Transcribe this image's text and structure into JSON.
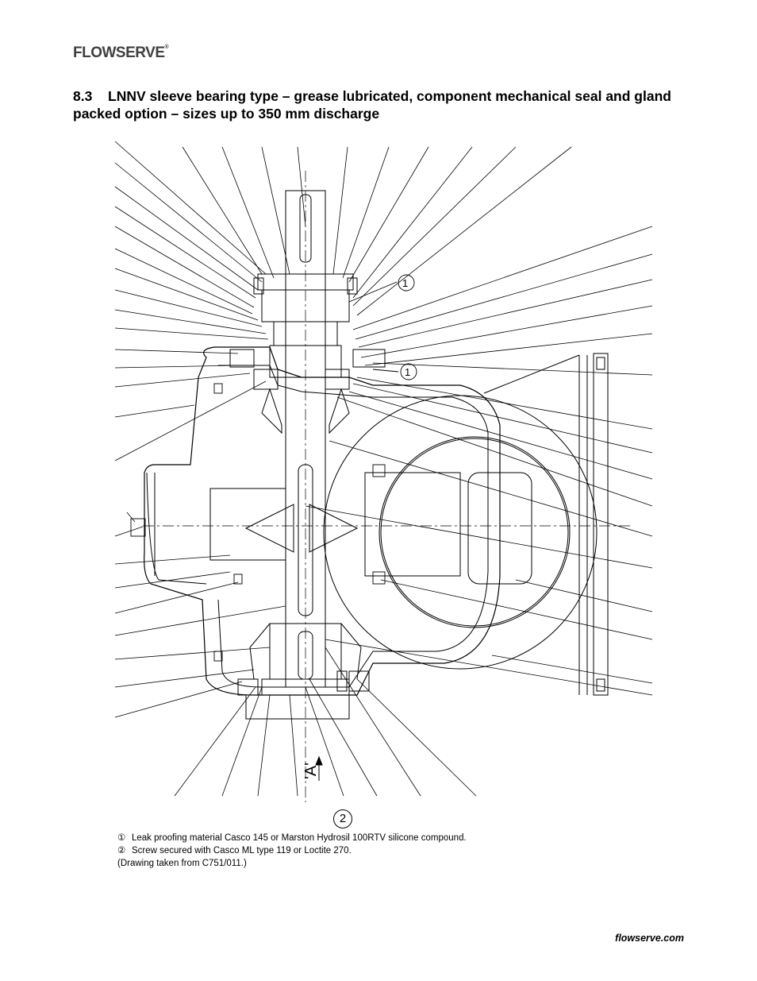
{
  "brand": {
    "logo_text": "FLOWSERVE",
    "reg_mark": "®"
  },
  "section": {
    "number": "8.3",
    "title": "LNNV sleeve bearing type – grease lubricated, component mechanical seal and gland packed option – sizes up to 350 mm discharge"
  },
  "drawing": {
    "view_label": "'A'",
    "note_marks": [
      "1",
      "1",
      "2"
    ]
  },
  "notes": [
    {
      "mark": "①",
      "text": "Leak proofing material Casco 145 or Marston Hydrosil 100RTV silicone compound."
    },
    {
      "mark": "②",
      "text": "Screw secured with Casco ML type 119 or Loctite 270."
    },
    {
      "mark": "",
      "text": "(Drawing taken from C751/011.)"
    }
  ],
  "footer": {
    "url": "flowserve.com"
  }
}
